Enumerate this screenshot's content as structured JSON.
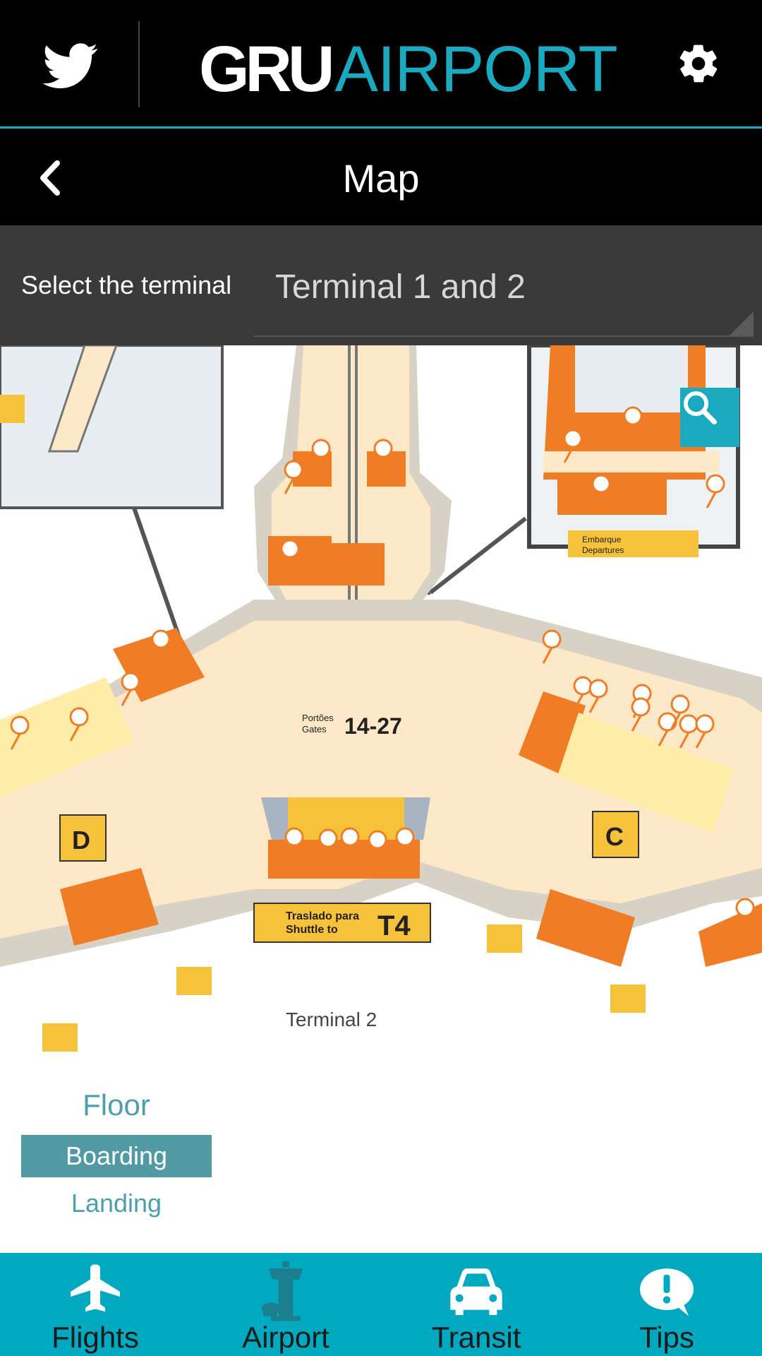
{
  "header": {
    "logo_gru": "GRU",
    "logo_airport": "AIRPORT",
    "twitter_icon": "twitter-bird-icon",
    "settings_icon": "gear-icon",
    "accent_color": "#1ba9bf"
  },
  "title_bar": {
    "title": "Map",
    "back_icon": "chevron-left-icon"
  },
  "terminal_selector": {
    "label": "Select the terminal",
    "selected": "Terminal 1 and 2"
  },
  "map": {
    "caption": "Terminal 2",
    "gates_label_pt": "Portões",
    "gates_label_en": "Gates",
    "gates_range": "14-27",
    "shuttle_label_pt": "Traslado para",
    "shuttle_label_en": "Shuttle to",
    "shuttle_dest": "T4",
    "wing_left": "D",
    "wing_right": "C",
    "departures_pt": "Embarque",
    "departures_en": "Departures",
    "zoom_icon": "magnifier-icon"
  },
  "floor_selector": {
    "title": "Floor",
    "options": [
      "Boarding",
      "Landing"
    ],
    "selected": "Boarding"
  },
  "bottom_nav": {
    "items": [
      {
        "label": "Flights",
        "icon": "airplane-icon"
      },
      {
        "label": "Airport",
        "icon": "control-tower-icon"
      },
      {
        "label": "Transit",
        "icon": "car-icon"
      },
      {
        "label": "Tips",
        "icon": "exclamation-bubble-icon"
      }
    ],
    "background": "#00a9c0"
  }
}
